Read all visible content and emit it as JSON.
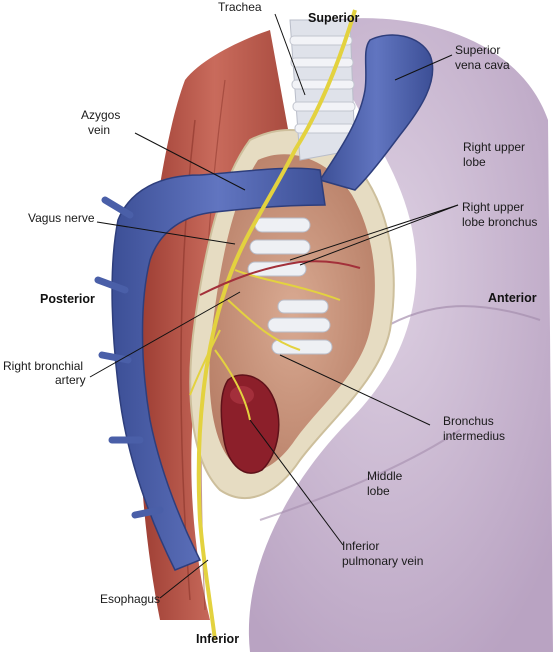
{
  "orientation": {
    "superior": "Superior",
    "inferior": "Inferior",
    "anterior": "Anterior",
    "posterior": "Posterior"
  },
  "labels": {
    "trachea": "Trachea",
    "superior_vena_cava": [
      "Superior",
      "vena cava"
    ],
    "azygos_vein": [
      "Azygos",
      "vein"
    ],
    "right_upper_lobe": [
      "Right upper",
      "lobe"
    ],
    "vagus_nerve": "Vagus nerve",
    "right_upper_lobe_bronchus": [
      "Right upper",
      "lobe bronchus"
    ],
    "right_bronchial_artery": [
      "Right bronchial",
      "artery"
    ],
    "bronchus_intermedius": [
      "Bronchus",
      "intermedius"
    ],
    "middle_lobe": [
      "Middle",
      "lobe"
    ],
    "inferior_pulmonary_vein": [
      "Inferior",
      "pulmonary vein"
    ],
    "esophagus": "Esophagus"
  },
  "colors": {
    "vein": "#4a5fa8",
    "lung": "#c9b6cf",
    "pleura": "#e6dcc2",
    "muscle": "#b8574a",
    "nerve": "#e8d84a",
    "cartilage": "#e7e9ee",
    "artery": "#8c1f2a"
  }
}
